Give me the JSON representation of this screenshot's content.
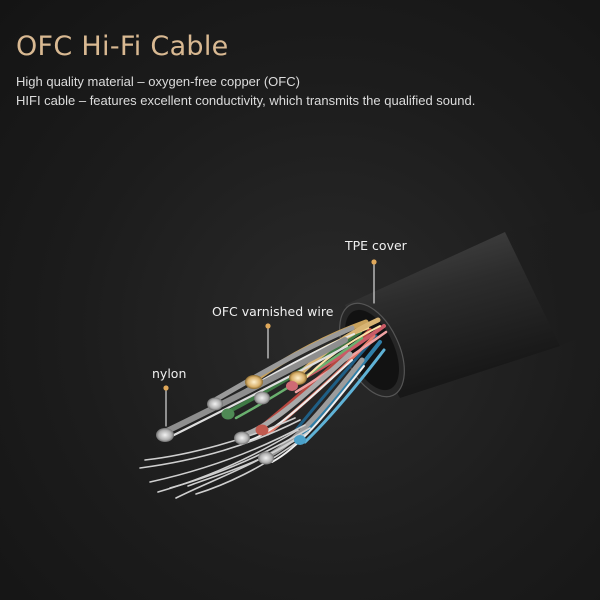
{
  "header": {
    "title": "OFC Hi-Fi Cable",
    "line1": "High quality material – oxygen-free copper (OFC)",
    "line2": "HIFI cable – features excellent conductivity, which transmits the qualified sound."
  },
  "callouts": {
    "tpe_cover": "TPE cover",
    "ofc_wire": "OFC varnished wire",
    "nylon": "nylon"
  },
  "colors": {
    "title": "#d9b992",
    "marker": "#e0a85a",
    "background": "#1c1c1c"
  },
  "illustration": {
    "icon": "cable-cross-section-icon"
  }
}
